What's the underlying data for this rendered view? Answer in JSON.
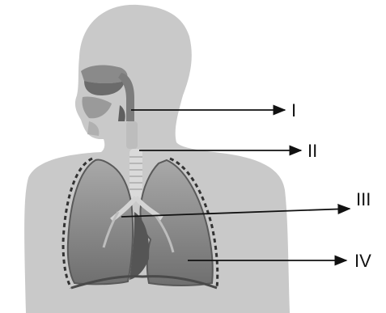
{
  "labels": {
    "label_1": "I",
    "label_2": "II",
    "label_3": "III",
    "label_4": "IV"
  },
  "colors": {
    "silhouette": "#c9c9c9",
    "lung": "#8f8f8f",
    "lung_dark": "#5e5e5e",
    "trachea": "#dadada",
    "arrow": "#111111"
  }
}
